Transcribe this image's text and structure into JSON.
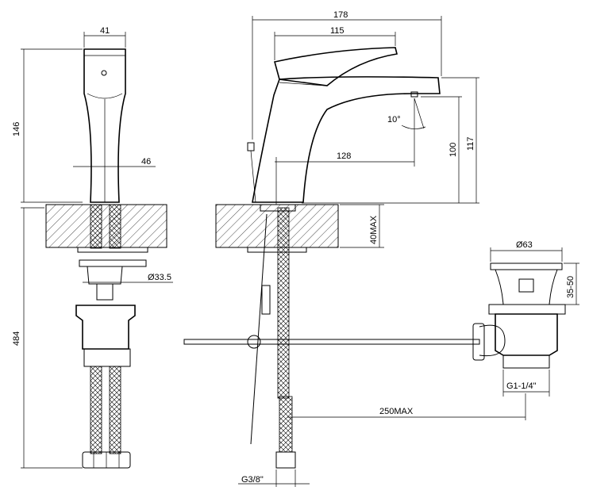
{
  "labels": {
    "front_width": "41",
    "front_height": "146",
    "front_body": "46",
    "below_height": "484",
    "waste_dia": "Ø33.5",
    "side_total": "178",
    "side_lever": "115",
    "spout_reach": "128",
    "spout_angle": "10°",
    "spout_clear": "100",
    "spout_height": "117",
    "deck_max": "40MAX",
    "pop_dia": "Ø63",
    "pop_range": "35-50",
    "pop_thread": "G1-1/4\"",
    "hose_max": "250MAX",
    "hose_thread": "G3/8\""
  }
}
